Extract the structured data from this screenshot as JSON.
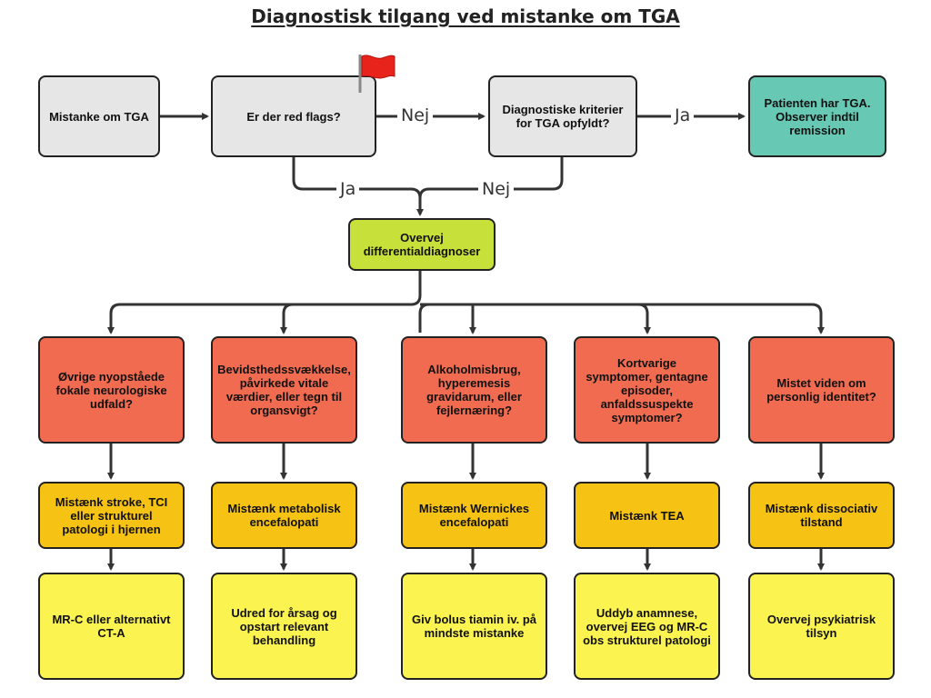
{
  "title": "Diagnostisk tilgang ved mistanke om TGA",
  "nodes": {
    "suspicion": "Mistanke om TGA",
    "red_flags": "Er der red flags?",
    "criteria": "Diagnostiske kriterier for TGA opfyldt?",
    "has_tga": "Patienten har TGA. Observer indtil remission",
    "differential": "Overvej differentialdiagnoser"
  },
  "edge_labels": {
    "red_flags_no": "Nej",
    "criteria_yes": "Ja",
    "red_flags_yes": "Ja",
    "criteria_no": "Nej"
  },
  "branches": [
    {
      "question": "Øvrige nyopståede fokale neurologiske udfald?",
      "suspect": "Mistænk stroke, TCI eller strukturel patologi i hjernen",
      "action": "MR-C eller alternativt CT-A"
    },
    {
      "question": "Bevidsthedssvækkelse, påvirkede vitale værdier, eller tegn til organsvigt?",
      "suspect": "Mistænk metabolisk encefalopati",
      "action": "Udred for årsag og opstart relevant behandling"
    },
    {
      "question": "Alkoholmisbrug, hyperemesis gravidarum, eller fejlernæring?",
      "suspect": "Mistænk Wernickes encefalopati",
      "action": "Giv bolus tiamin iv. på mindste mistanke"
    },
    {
      "question": "Kortvarige symptomer, gentagne episoder, anfaldssuspekte symptomer?",
      "suspect": "Mistænk TEA",
      "action": "Uddyb anamnese, overvej EEG og MR-C obs strukturel patologi"
    },
    {
      "question": "Mistet viden om personlig identitet?",
      "suspect": "Mistænk dissociativ tilstand",
      "action": "Overvej psykiatrisk tilsyn"
    }
  ],
  "icons": {
    "flag": "red-flag-icon"
  },
  "colors": {
    "start": "#e6e6e6",
    "result": "#67c8b4",
    "differential": "#c8e03a",
    "question": "#f06b4f",
    "suspect": "#f6c214",
    "action": "#fbf450"
  }
}
